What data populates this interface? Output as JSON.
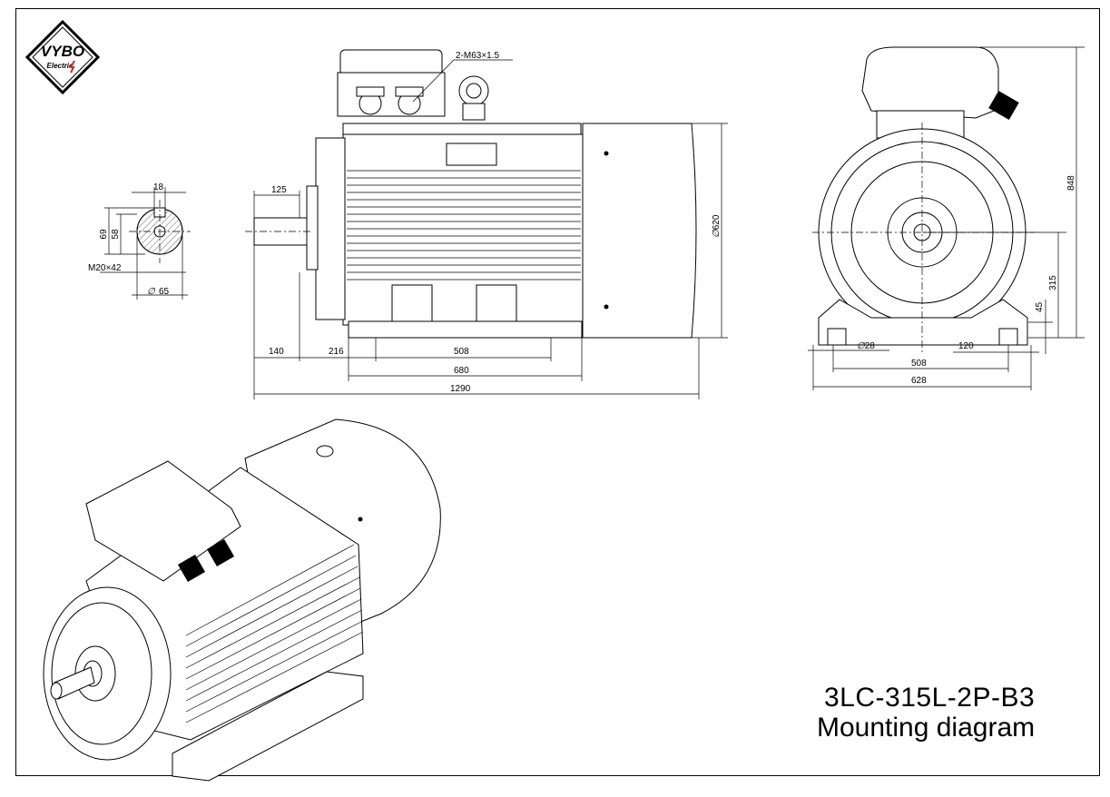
{
  "logo": {
    "brand": "VYBO",
    "sub": "Electric"
  },
  "title": {
    "model": "3LC-315L-2P-B3",
    "description": "Mounting diagram"
  },
  "shaft_section": {
    "key_width": "18",
    "height_69": "69",
    "height_58": "58",
    "thread": "M20×42",
    "diameter": "65"
  },
  "side_view": {
    "terminal_thread": "2-M63×1.5",
    "shaft_length": "125",
    "diameter_620": "620",
    "dim_140": "140",
    "dim_216": "216",
    "dim_508": "508",
    "dim_680": "680",
    "dim_1290": "1290"
  },
  "end_view": {
    "height_848": "848",
    "height_315": "315",
    "foot_45": "45",
    "hole_dia": "28",
    "dim_120": "120",
    "dim_508": "508",
    "dim_628": "628"
  },
  "colors": {
    "line": "#000000",
    "background": "#ffffff",
    "logo_red": "#d32a1f"
  }
}
